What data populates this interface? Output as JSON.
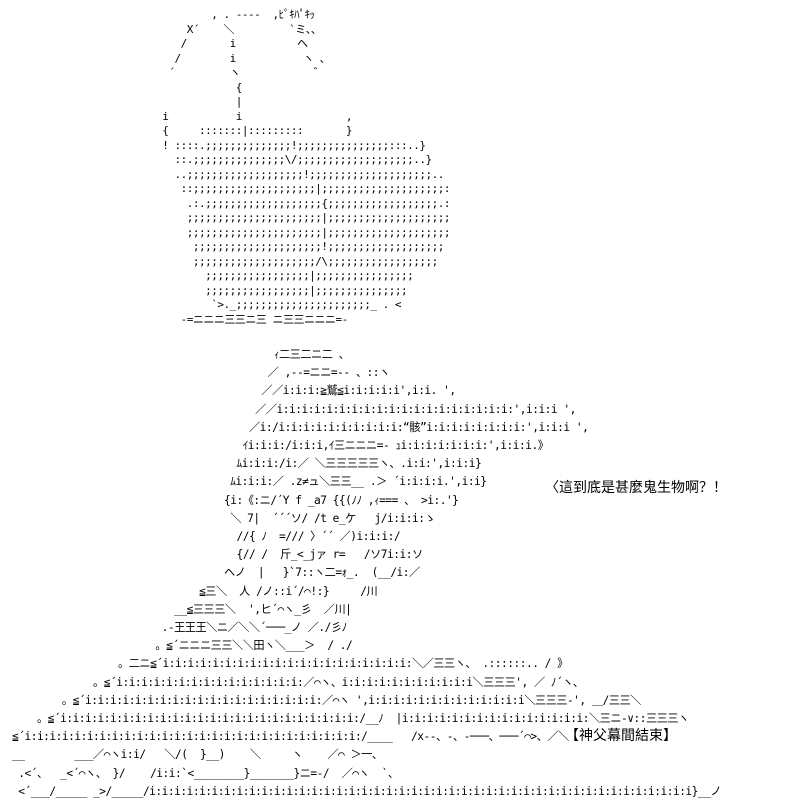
{
  "art": {
    "top_lines": [
      "          , . ----  ,ﾋﾟｷﾊﾟｷｯ",
      "      X´    ＼         `ミ、、",
      "     /       i          へ",
      "    /        i           ヽ 、",
      "   ´         ヽ            ゛",
      "              {",
      "              |",
      "  i           i                 ,",
      "  {     :::::::|:::::::::       }",
      "  ! ::::.;;;;;;;;;;;;;;!;;;;;;;;;;;;;;;:::..}",
      "    ::.;;;;;;;;;;;;;;;\\/;;;;;;;;;;;;;;;;;;;..}",
      "    ..;;;;;;;;;;;;;;;;;;;!;;;;;;;;;;;;;;;;;;;;..",
      "     ::;;;;;;;;;;;;;;;;;;;;|;;;;;;;;;;;;;;;;;;;;:",
      "      .:.;;;;;;;;;;;;;;;;;;;{;;;;;;;;;;;;;;;;;;.:",
      "      ;;;;;;;;;;;;;;;;;;;;;;|;;;;;;;;;;;;;;;;;;;;",
      "      ;;;;;;;;;;;;;;;;;;;;;;|;;;;;;;;;;;;;;;;;;;;",
      "       ;;;;;;;;;;;;;;;;;;;;;!;;;;;;;;;;;;;;;;;;;",
      "       ;;;;;;;;;;;;;;;;;;;;/\\;;;;;;;;;;;;;;;;;;",
      "         ;;;;;;;;;;;;;;;;;|;;;;;;;;;;;;;;;;",
      "         ;;;;;;;;;;;;;;;;;|;;;;;;;;;;;;;;;",
      "          `>._;;;;;;;;;;;;;;;;;;;;;;_ . <",
      "     -=ニニニ三三ニ三 ニ三三ニニニ=-"
    ],
    "bottom_lines": [
      "                                          ｨ二三二ニ二 、",
      "                                         ／ ,--=ニニ=-- 、::ヽ",
      "                                        ／／i:i:i:≧鷲≦i:i:i:i:i',i:i. ',",
      "                                       ／／i:i:i:i:i:i:i:i:i:i:i:i:i:i:i:i:i:i:i:',i:i:i ',",
      "                                      ／i:/i:i:i:i:i:i:i:i:i:i:“骸”i:i:i:i:i:i:i:i:',i:i:i ',",
      "                                     ｲi:i:i:/i:i:i,ｲ三ニニニ=- ｭi:i:i:i:i:i:i:',i:i:i.》",
      "                                    ﾑi:i:i:/i:／ ＼三三三三三ヽ、.i:i:',i:i:i}",
      "                                   ﾑi:i:i:／ .z≠ュ＼三三__ .＞ ´i:i:i:i.',i:i}",
      "                                  {i:《:ニ/´Y f _a7 {{(ﾉﾉ ,ｨ=== 、 >i:.'}",
      "                                   ＼ 7|  ´´´ソ/ /t e_ケ   j/i:i:i:ゝ",
      "                                    //{ ﾉ  =/// 〉´´ ／)i:i:i:/",
      "                                    {// /  斤_<_jァ r=   /ソ7i:i:ソ",
      "                                  ヘノ  |   }`7::ヽ二=ｫ_.  (__/i:／",
      "                              ≦三＼  人 /ノ::i´/⌒!:}     /川",
      "                          __≦三三三＼  ',ヒ´⌒ヽ_彡  ／川|",
      "                        .-王王王＼ニ／＼＼´───_ノ ／./彡ﾉ",
      "                       。≦´ニニニ三三＼＼田ヽ＼___＞  / ./",
      "                 。二ニ≦´i:i:i:i:i:i:i:i:i:i:i:i:i:i:i:i:i:i:i:i:＼／三三ヽ、 .::::::.. / 》",
      "             。≦´i:i:i:i:i:i:i:i:i:i:i:i:i:i:i:／⌒ヽ、i:i:i:i:i:i:i:i:i:i:i＼三三三', ／ ﾉ´ヽ、",
      "        。≦´i:i:i:i:i:i:i:i:i:i:i:i:i:i:i:i:i:i:i:／⌒ヽ ',i:i:i:i:i:i:i:i:i:i:i:i:i＼三三三-', ＿/三三＼",
      "    。≦´i:i:i:i:i:i:i:i:i:i:i:i:i:i:i:i:i:i:i:i:i:i:i:i:/__ﾉ  |i:i:i:i:i:i:i:i:i:i:i:i:i:i:i:＼三ニ-∨::三三三ヽ",
      "≦´i:i:i:i:i:i:i:i:i:i:i:i:i:i:i:i:i:i:i:i:i:i:i:i:i:i:i:/____   /x--、-、-───、───´⌒>、／＼",
      "__        ___／⌒ヽi:i/   ＼/(  }__)    ＼     ヽ    ／⌒ ＞一、",
      " .<´、  _<´⌒ヽ、 }/    /i:i:`<________}_______}ニ=-/  ／⌒ヽ  `、",
      " <´___/_____ _>/_____/i:i:i:i:i:i:i:i:i:i:i:i:i:i:i:i:i:i:i:i:i:i:i:i:i:i:i:i:i:i:i:i:i:i:i:i:i:i:i:i:i:i:i:i}__ノ"
    ]
  },
  "captions": {
    "question": "〈這到底是甚麼鬼生物啊？！",
    "end_marker": "【神父幕間結束】"
  }
}
